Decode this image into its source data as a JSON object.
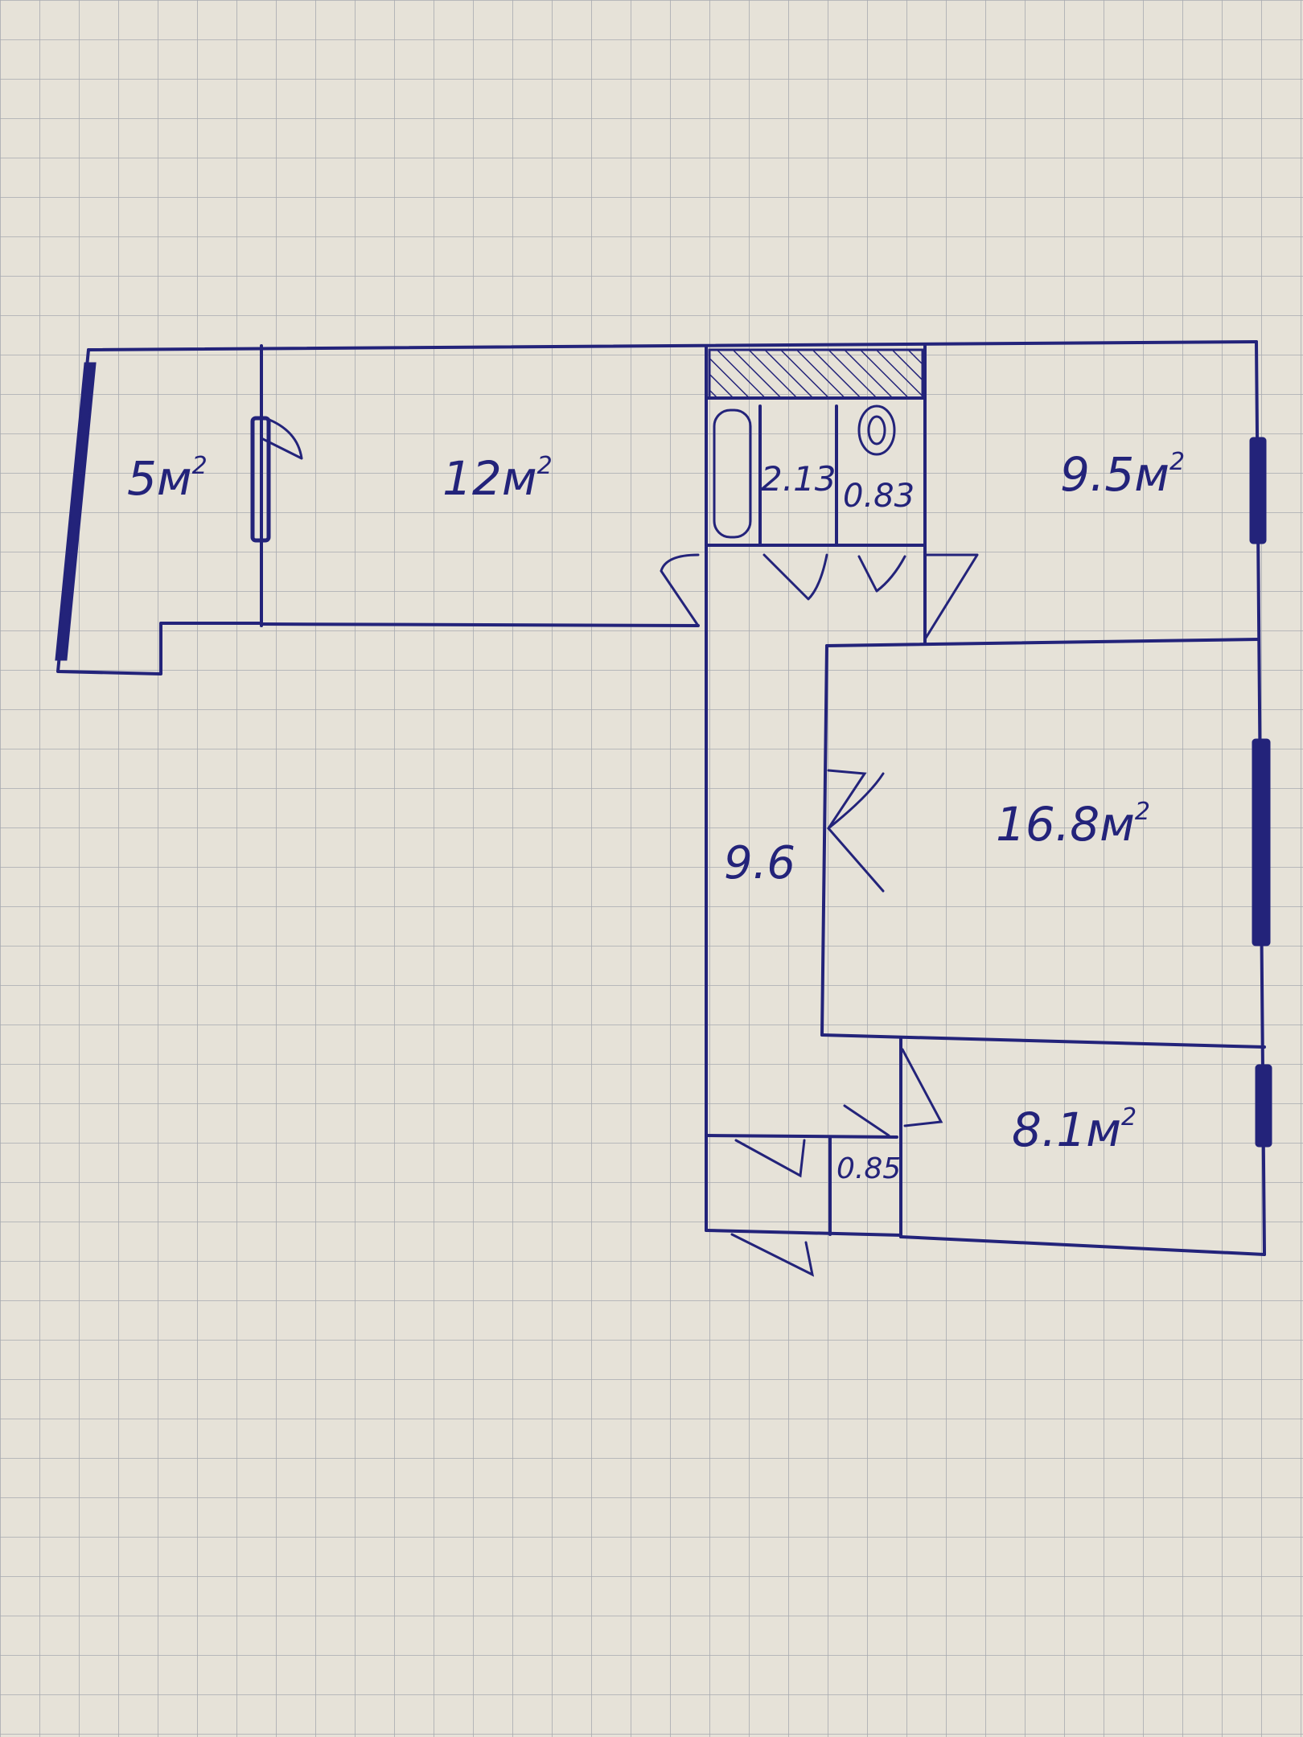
{
  "plan": {
    "ink_color": "#23237a",
    "paper_color": "#e6e2d8",
    "grid_color": "#a7aab0",
    "rooms": [
      {
        "id": "balcony",
        "area": "5",
        "unit": "м",
        "sup": "2"
      },
      {
        "id": "kitchen",
        "area": "12",
        "unit": "м",
        "sup": "2"
      },
      {
        "id": "bathroom",
        "area": "2.13",
        "unit": "",
        "sup": ""
      },
      {
        "id": "toilet",
        "area": "0.83",
        "unit": "",
        "sup": ""
      },
      {
        "id": "bedroom-small",
        "area": "9.5",
        "unit": "м",
        "sup": "2"
      },
      {
        "id": "hallway",
        "area": "9.6",
        "unit": "",
        "sup": ""
      },
      {
        "id": "living-room",
        "area": "16.8",
        "unit": "м",
        "sup": "2"
      },
      {
        "id": "closet",
        "area": "0.85",
        "unit": "",
        "sup": ""
      },
      {
        "id": "bedroom",
        "area": "8.1",
        "unit": "м",
        "sup": "2"
      }
    ]
  }
}
